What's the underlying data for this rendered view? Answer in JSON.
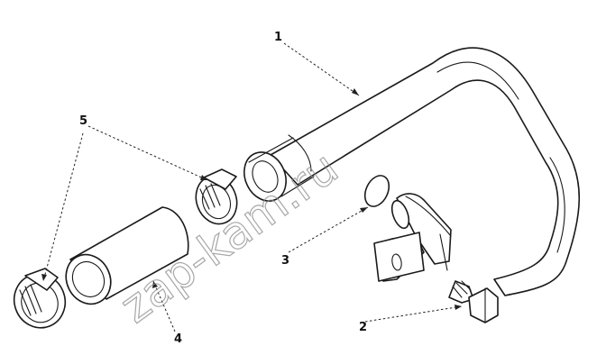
{
  "callouts": {
    "c1": "1",
    "c2": "2",
    "c3": "3",
    "c4": "4",
    "c5": "5"
  },
  "watermark": "zap-kam.ru",
  "colors": {
    "line": "#1a1a1a",
    "watermark": "#8a8a8a",
    "background": "#ffffff"
  }
}
